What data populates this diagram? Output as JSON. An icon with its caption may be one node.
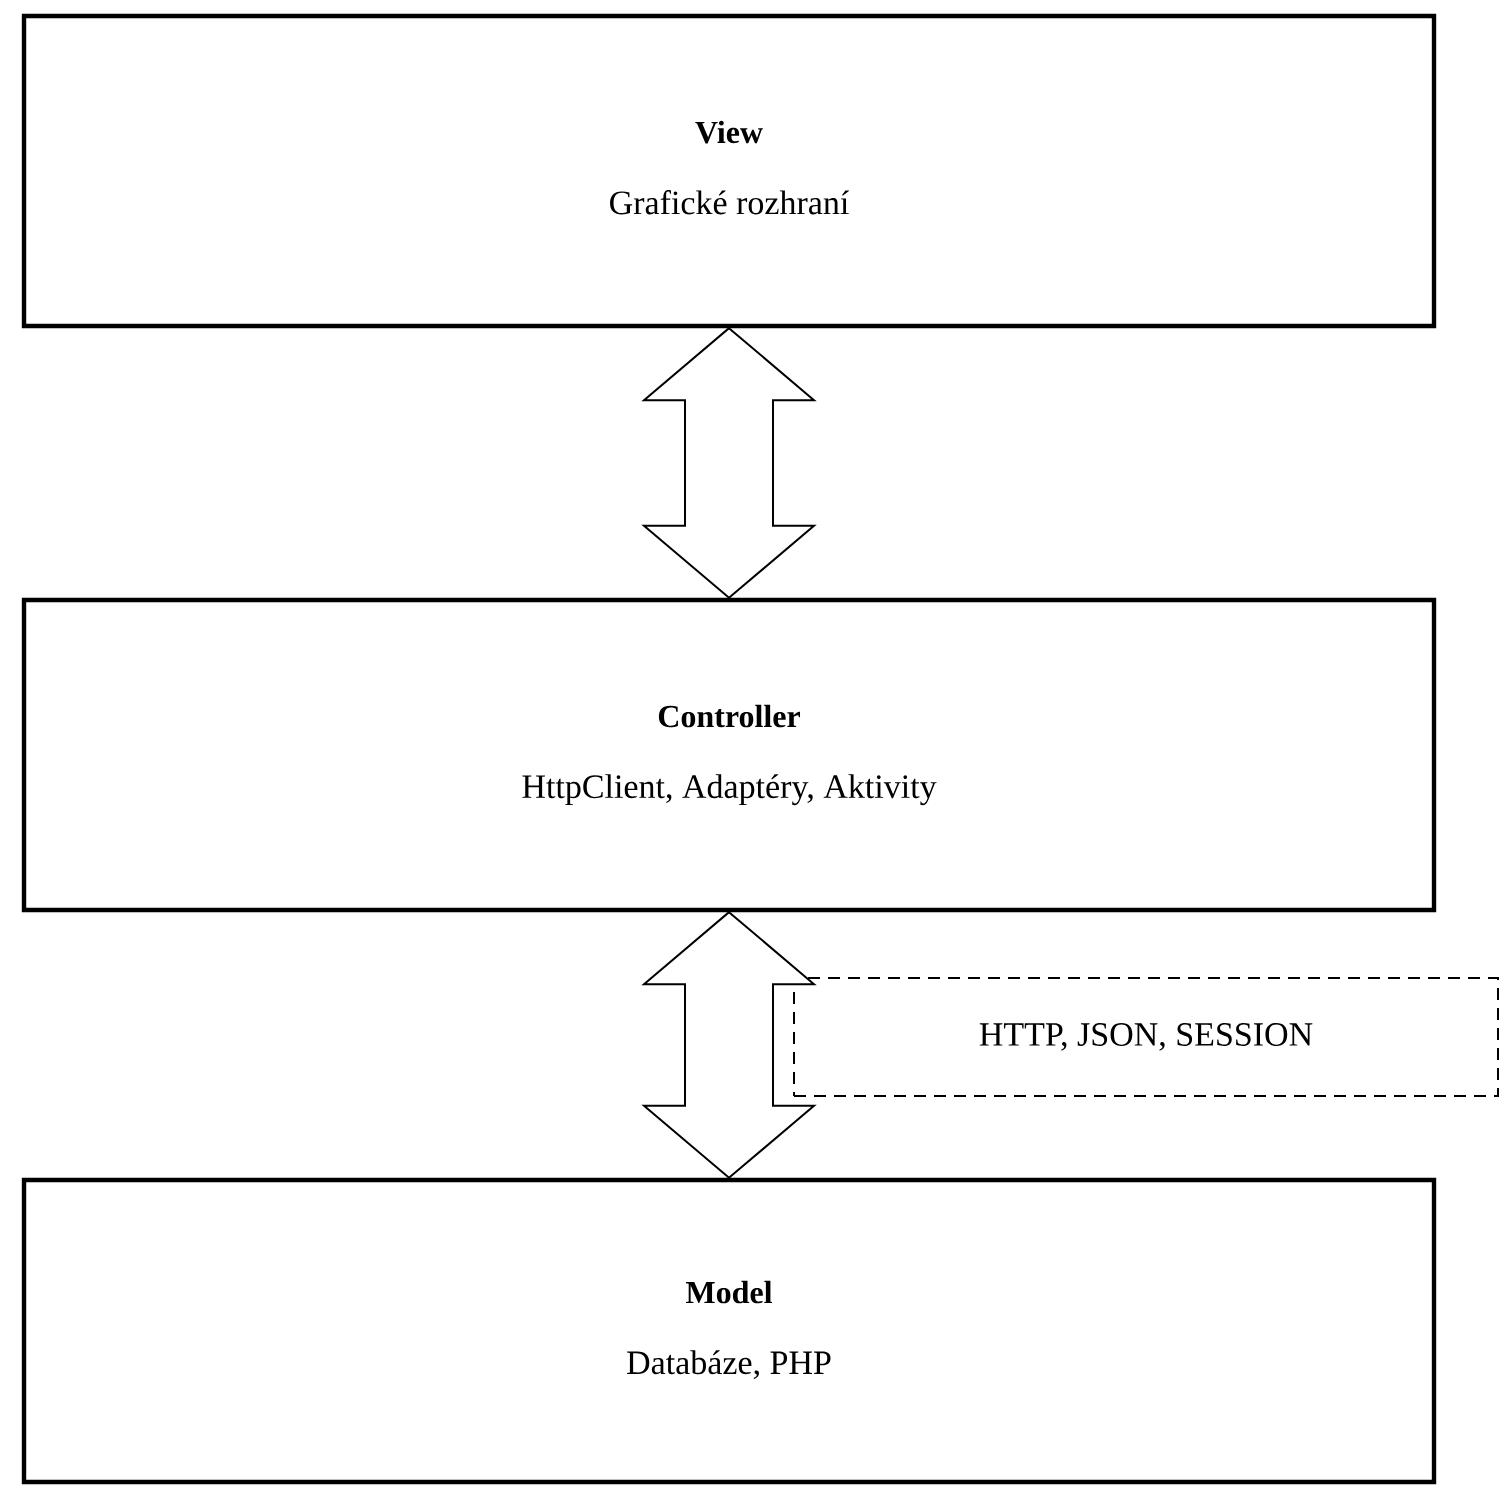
{
  "diagram": {
    "nodes": [
      {
        "text": [
          "View",
          "Grafické rozhraní"
        ]
      },
      {
        "text": [
          "Controller",
          "HttpClient, Adaptéry, Aktivity"
        ]
      },
      {
        "text": [
          "Model",
          "Databáze, PHP"
        ]
      },
      {
        "text": [
          "HTTP, JSON, SESSION"
        ]
      }
    ],
    "edges": [
      {
        "from": 0,
        "to": 1,
        "arrow": "both"
      },
      {
        "from": 1,
        "to": 2,
        "arrow": "both"
      }
    ]
  }
}
